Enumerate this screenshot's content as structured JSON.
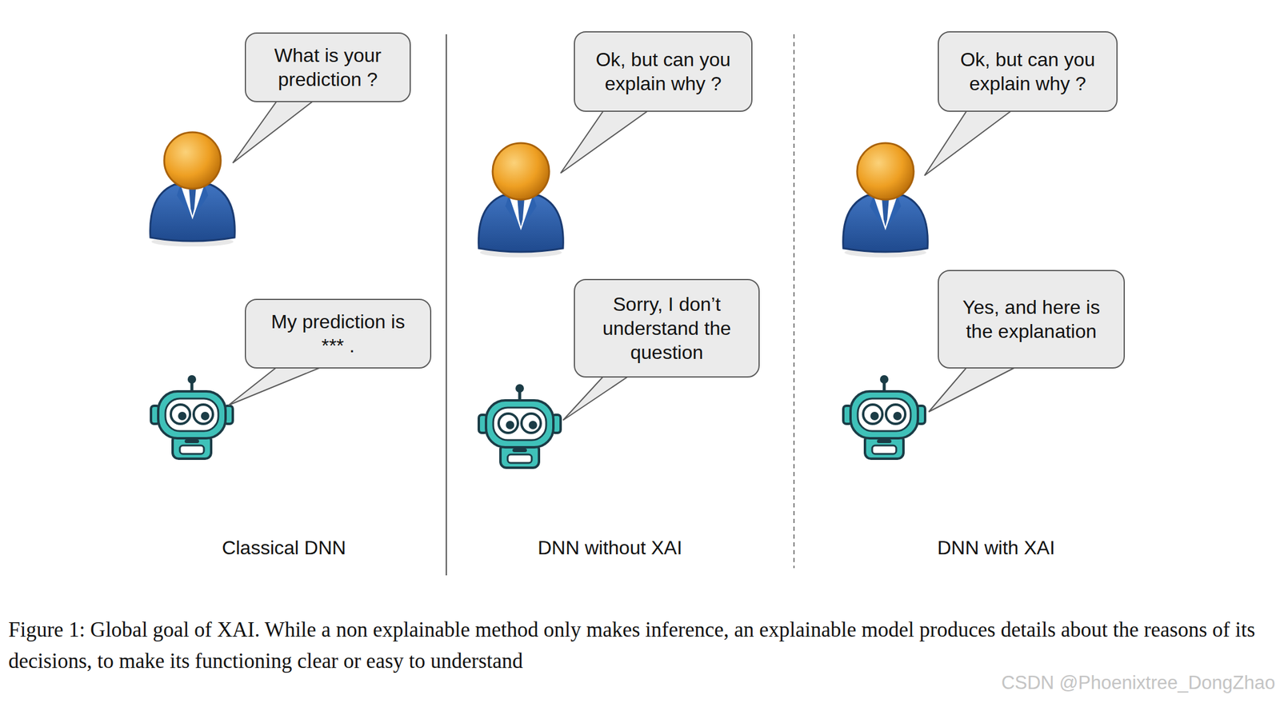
{
  "diagram": {
    "caption": "Figure 1: Global goal of XAI. While a non explainable method only makes inference, an explainable model produces details about the reasons of its decisions, to make its functioning clear or easy to understand",
    "nodes": [
      {
        "text": [
          "What is your prediction ?"
        ]
      },
      {
        "text": [
          "My prediction is *** ."
        ]
      },
      {
        "text": [
          "Ok, but can you explain why ?"
        ]
      },
      {
        "text": [
          "Sorry, I don’t understand the question"
        ]
      },
      {
        "text": [
          "Ok, but can you explain why ?"
        ]
      },
      {
        "text": [
          "Yes, and here is the explanation"
        ]
      }
    ],
    "labels": [
      "Classical DNN",
      "DNN without XAI",
      "DNN with XAI",
      "CSDN @Phoenixtree_DongZhao"
    ]
  }
}
